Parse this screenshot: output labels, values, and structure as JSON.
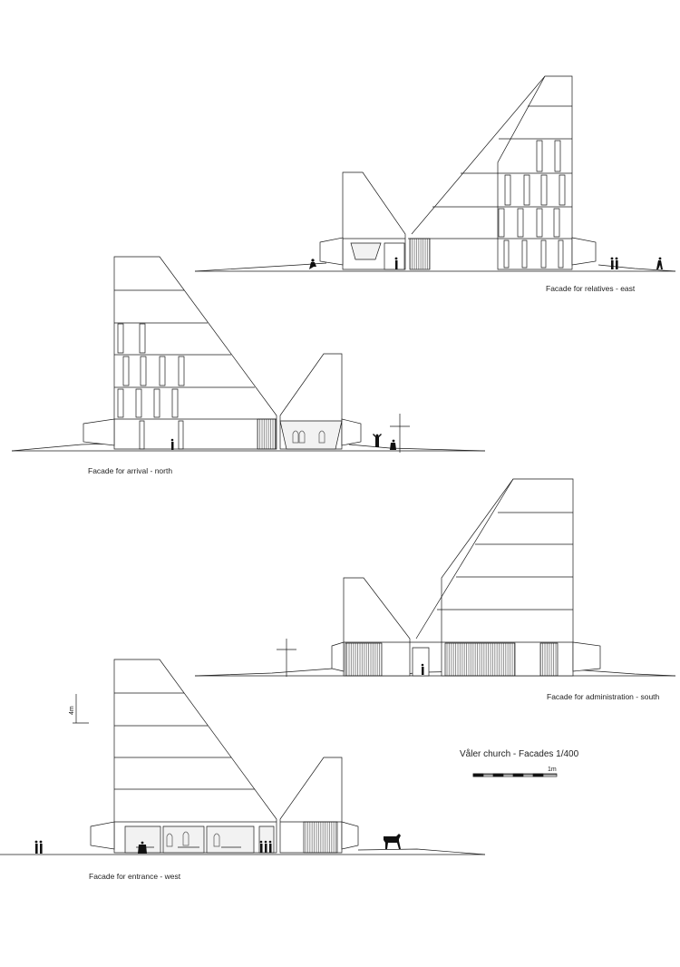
{
  "drawing": {
    "title": "Våler church - Facades 1/400",
    "scale_bar_label": "1m",
    "height_marker_label": "4m"
  },
  "facades": [
    {
      "id": "east",
      "caption": "Facade for relatives - east"
    },
    {
      "id": "north",
      "caption": "Facade for arrival - north"
    },
    {
      "id": "south",
      "caption": "Facade for administration - south"
    },
    {
      "id": "west",
      "caption": "Facade for entrance - west"
    }
  ],
  "colors": {
    "line": "#1a1a1a",
    "hatch": "#444444",
    "figure": "#111111",
    "glass": "#f2f2f2"
  }
}
